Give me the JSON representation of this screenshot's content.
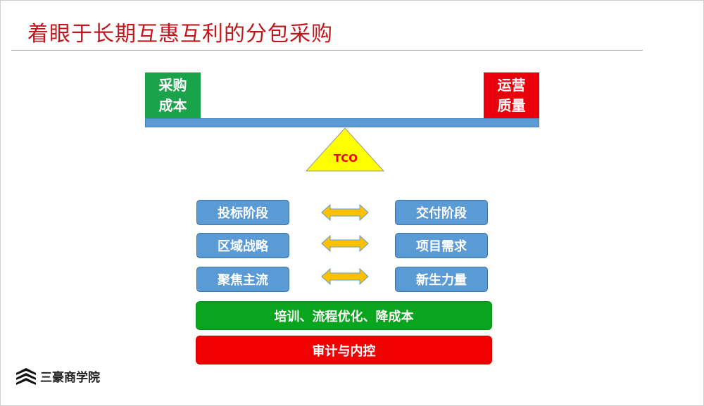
{
  "title": "着眼于长期互惠互利的分包采购",
  "balance": {
    "left": {
      "line1": "采购",
      "line2": "成本",
      "color": "#1aa34a"
    },
    "right": {
      "line1": "运营",
      "line2": "质量",
      "color": "#e8000b"
    },
    "fulcrum": "TCO"
  },
  "rows": [
    {
      "left": "投标阶段",
      "right": "交付阶段"
    },
    {
      "left": "区域战略",
      "right": "项目需求"
    },
    {
      "left": "聚焦主流",
      "right": "新生力量"
    }
  ],
  "bars": [
    {
      "label": "培训、流程优化、降成本",
      "color": "#0aa51e"
    },
    {
      "label": "审计与内控",
      "color": "#f00000"
    }
  ],
  "logo": {
    "name": "三豪商学院"
  }
}
